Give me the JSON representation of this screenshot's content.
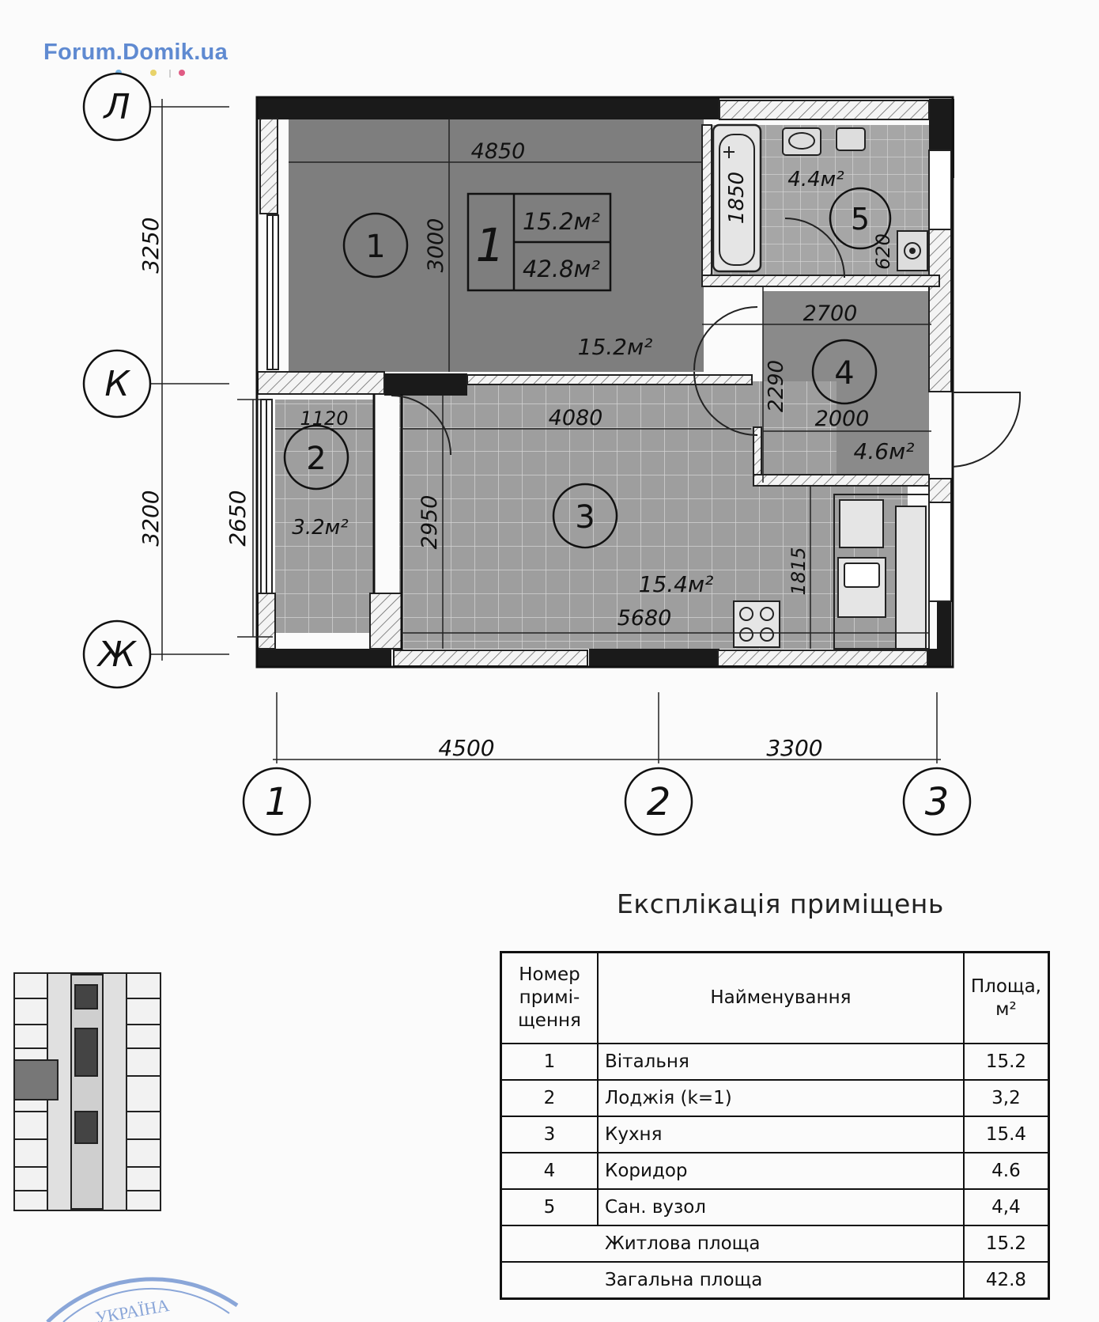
{
  "watermark": {
    "text": "Forum.Domik.ua",
    "dot_colors": [
      "#7cb8e8",
      "#e8d36a",
      "#cfcfcf",
      "#e05b84"
    ]
  },
  "plan": {
    "axes_vertical": [
      "Л",
      "К",
      "Ж"
    ],
    "axes_horizontal": [
      "1",
      "2",
      "3"
    ],
    "dims_left": [
      "3250",
      "3200",
      "2650"
    ],
    "dims_bottom": [
      "4500",
      "3300"
    ],
    "room_numbers": [
      "1",
      "2",
      "3",
      "4",
      "5"
    ],
    "room_areas": [
      "15.2м²",
      "3.2м²",
      "15.4м²",
      "4.6м²",
      "4.4м²"
    ],
    "inner_dims": {
      "d4850": "4850",
      "d3000": "3000",
      "d1850": "1850",
      "d620": "620",
      "d2700": "2700",
      "d2290": "2290",
      "d2000": "2000",
      "d1120": "1120",
      "d4080": "4080",
      "d2950": "2950",
      "d1815": "1815",
      "d5680": "5680"
    },
    "stamp": {
      "rooms": "1",
      "living": "15.2м²",
      "total": "42.8м²"
    },
    "seal_text": "УКРАЇНА"
  },
  "explication": {
    "title": "Експлікація приміщень",
    "headers": {
      "num": [
        "Номер",
        "примі-",
        "щення"
      ],
      "name": "Найменування",
      "area": [
        "Площа,",
        "м²"
      ]
    },
    "rows": [
      {
        "num": "1",
        "name": "Вітальня",
        "area": "15.2"
      },
      {
        "num": "2",
        "name": "Лоджія (k=1)",
        "area": "3,2"
      },
      {
        "num": "3",
        "name": "Кухня",
        "area": "15.4"
      },
      {
        "num": "4",
        "name": "Коридор",
        "area": "4.6"
      },
      {
        "num": "5",
        "name": "Сан. вузол",
        "area": "4,4"
      }
    ],
    "totals": [
      {
        "label": "Житлова площа",
        "area": "15.2"
      },
      {
        "label": "Загальна площа",
        "area": "42.8"
      }
    ]
  }
}
